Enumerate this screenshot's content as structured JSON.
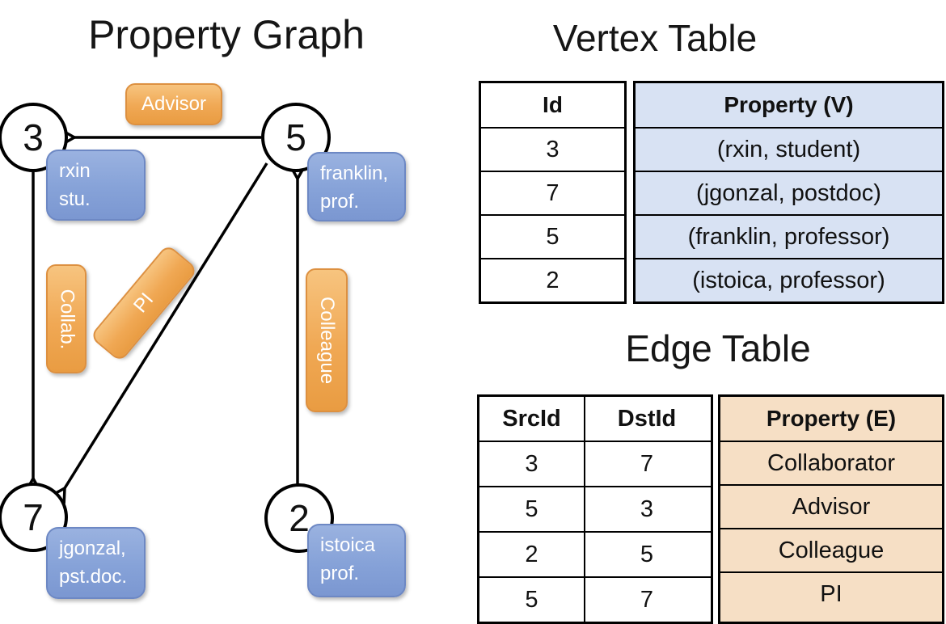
{
  "graph": {
    "title": "Property Graph",
    "vertices": [
      {
        "id": "3",
        "line1": "rxin",
        "line2": "stu."
      },
      {
        "id": "5",
        "line1": "franklin,",
        "line2": "prof."
      },
      {
        "id": "7",
        "line1": "jgonzal,",
        "line2": "pst.doc."
      },
      {
        "id": "2",
        "line1": "istoica",
        "line2": "prof."
      }
    ],
    "edge_labels": {
      "advisor": "Advisor",
      "collab": "Collab.",
      "pi": "PI",
      "colleague": "Colleague"
    }
  },
  "vertex_table": {
    "title": "Vertex Table",
    "columns": [
      "Id",
      "Property (V)"
    ],
    "rows": [
      [
        "3",
        "(rxin, student)"
      ],
      [
        "7",
        "(jgonzal, postdoc)"
      ],
      [
        "5",
        "(franklin, professor)"
      ],
      [
        "2",
        "(istoica, professor)"
      ]
    ]
  },
  "edge_table": {
    "title": "Edge Table",
    "columns": [
      "SrcId",
      "DstId",
      "Property (E)"
    ],
    "rows": [
      [
        "3",
        "7",
        "Collaborator"
      ],
      [
        "5",
        "3",
        "Advisor"
      ],
      [
        "2",
        "5",
        "Colleague"
      ],
      [
        "5",
        "7",
        "PI"
      ]
    ]
  },
  "colors": {
    "edge_pill_orange": "#F0A854",
    "edge_pill_border": "#DD9040",
    "vertex_pill_blue": "#86A2D8",
    "vertex_pill_border": "#6D88C4",
    "vertex_table_fill": "#D8E2F3",
    "edge_table_fill": "#F6DFC5",
    "line_color": "#000000"
  }
}
